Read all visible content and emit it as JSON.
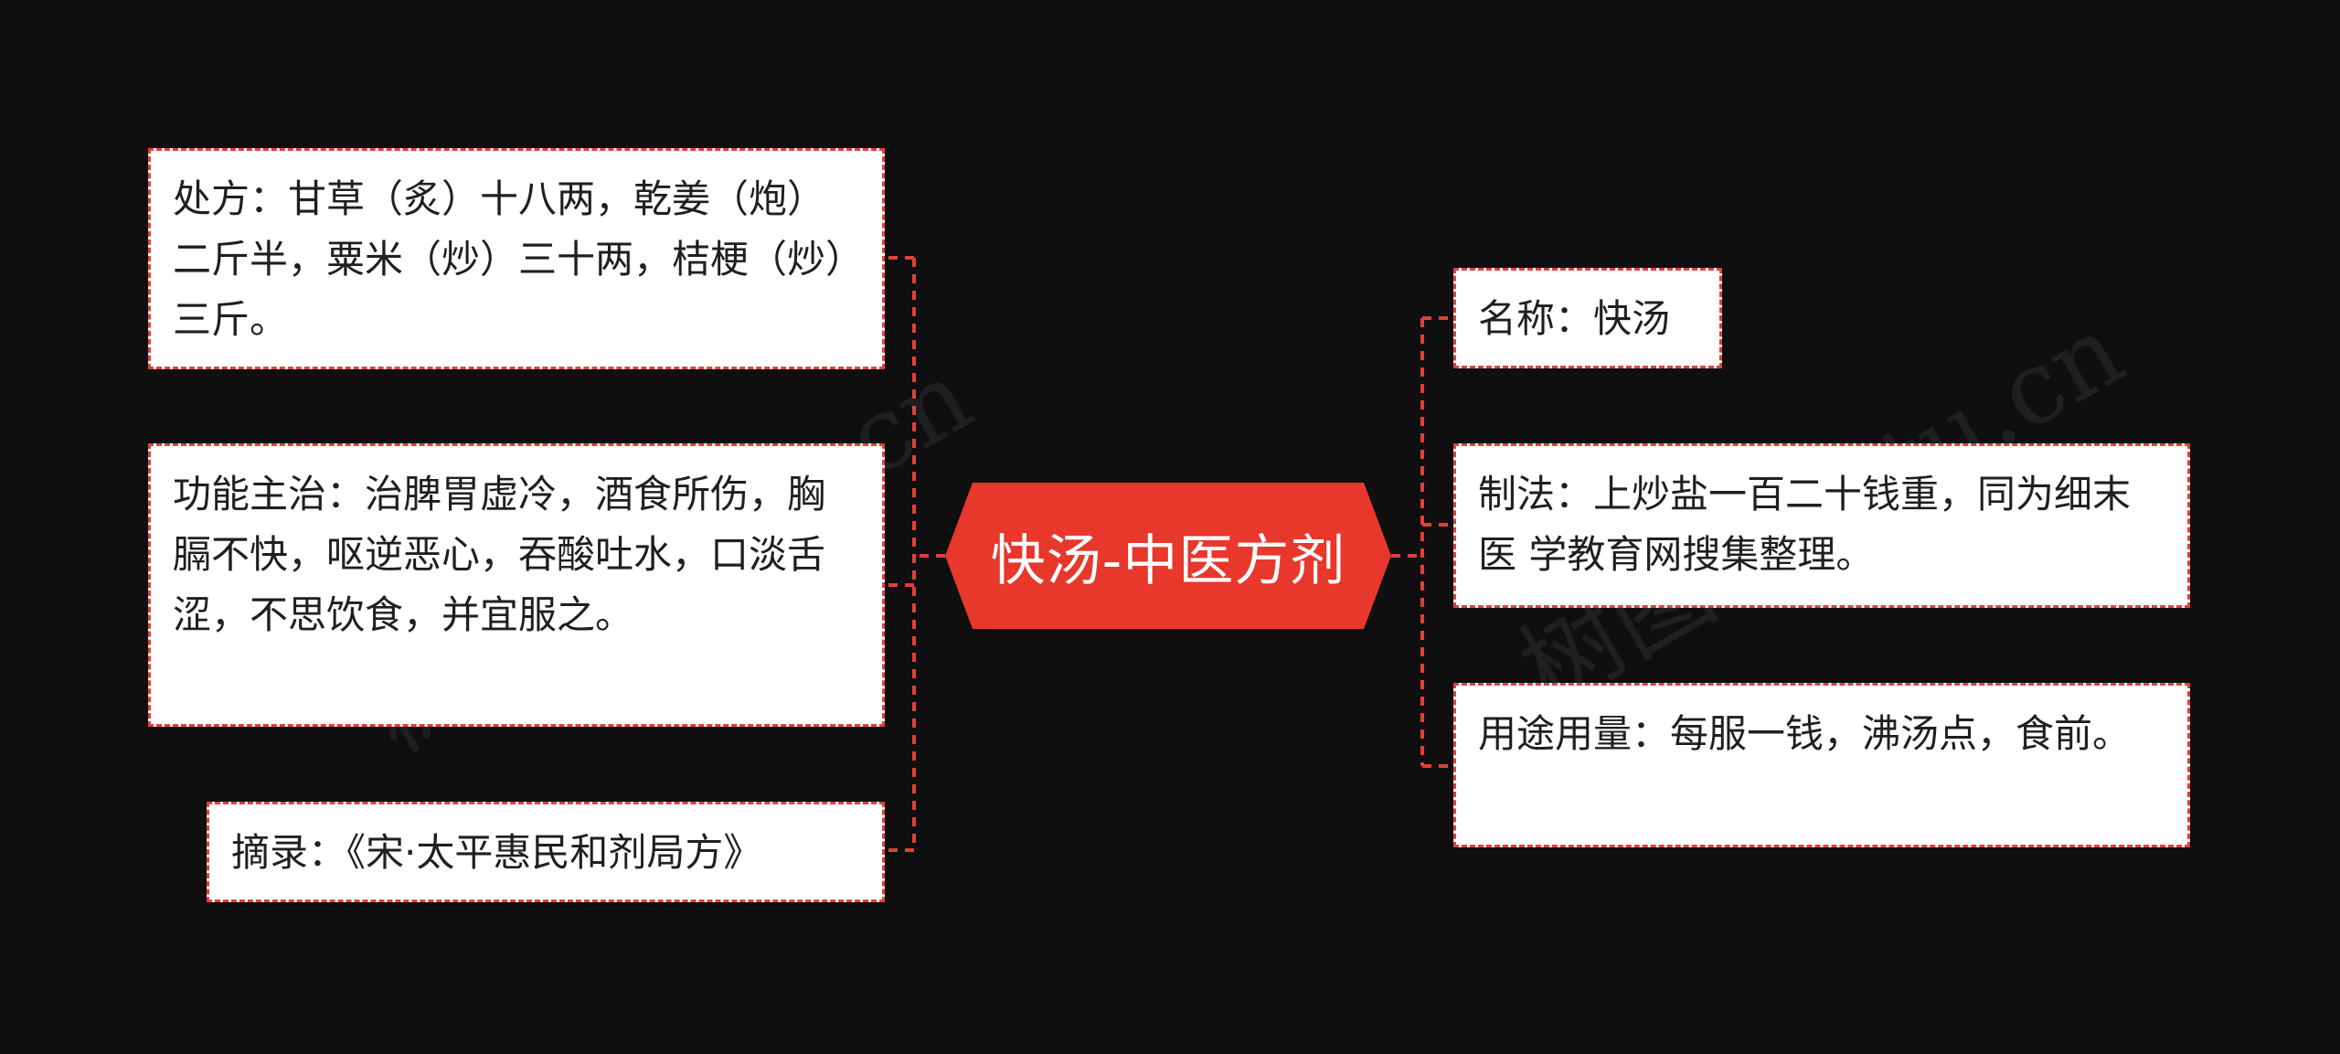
{
  "center": {
    "label": "快汤-中医方剂"
  },
  "left_nodes": [
    {
      "text": "处方：甘草（炙）十八两，乾姜（炮）二斤半，粟米（炒）三十两，桔梗（炒）三斤。"
    },
    {
      "text": "功能主治：治脾胃虚冷，酒食所伤，胸膈不快，呕逆恶心，吞酸吐水，口淡舌涩，不思饮食，并宜服之。"
    },
    {
      "text": "摘录：《宋·太平惠民和剂局方》"
    }
  ],
  "right_nodes": [
    {
      "text": "名称：快汤"
    },
    {
      "text": "制法：上炒盐一百二十钱重，同为细末医 学教育网搜集整理。"
    },
    {
      "text": "用途用量：每服一钱，沸汤点，食前。"
    }
  ],
  "watermarks": [
    "树图 shutu.cn",
    "树图 shutu.cn"
  ],
  "colors": {
    "accent": "#e8372b",
    "line": "#e0413a",
    "background": "#0f0f10"
  }
}
